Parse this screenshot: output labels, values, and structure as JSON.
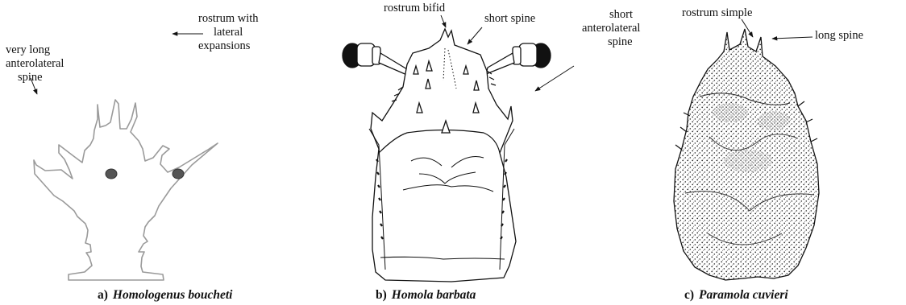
{
  "panels": [
    {
      "letter": "a)",
      "species": "Homologenus boucheti",
      "annotations": [
        [
          "very long",
          "anterolateral",
          "spine"
        ],
        [
          "rostrum with",
          "lateral",
          "expansions"
        ]
      ]
    },
    {
      "letter": "b)",
      "species": "Homola barbata",
      "annotations": [
        [
          "rostrum bifid"
        ],
        [
          "short spine"
        ],
        [
          "short",
          "anterolateral",
          "spine"
        ]
      ]
    },
    {
      "letter": "c)",
      "species": "Paramola cuvieri",
      "annotations": [
        [
          "rostrum simple"
        ],
        [
          "long spine"
        ]
      ]
    }
  ],
  "colors": {
    "outline_a": "#9a9a9a",
    "ink": "#111111"
  }
}
